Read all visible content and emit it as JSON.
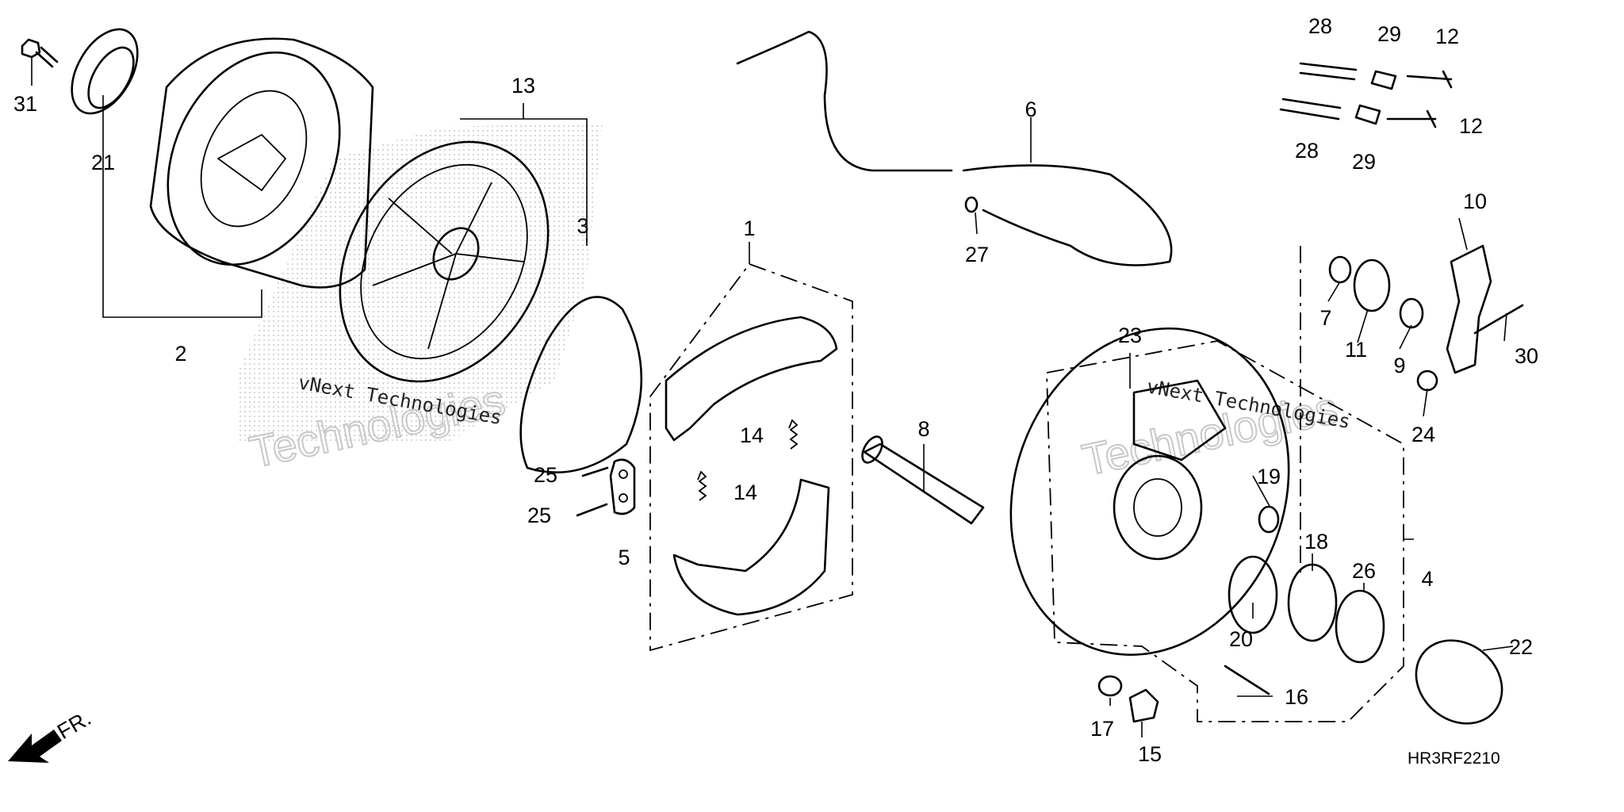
{
  "diagram": {
    "callouts": [
      "1",
      "2",
      "3",
      "4",
      "5",
      "6",
      "7",
      "8",
      "9",
      "10",
      "11",
      "12",
      "12",
      "13",
      "14",
      "14",
      "15",
      "16",
      "17",
      "18",
      "19",
      "20",
      "21",
      "22",
      "23",
      "24",
      "25",
      "25",
      "26",
      "27",
      "28",
      "28",
      "29",
      "29",
      "30",
      "31"
    ],
    "part_code": "HR3RF2210",
    "direction_label": "FR.",
    "watermark": "vNext Technologies",
    "watermark_big": "Technologies"
  }
}
